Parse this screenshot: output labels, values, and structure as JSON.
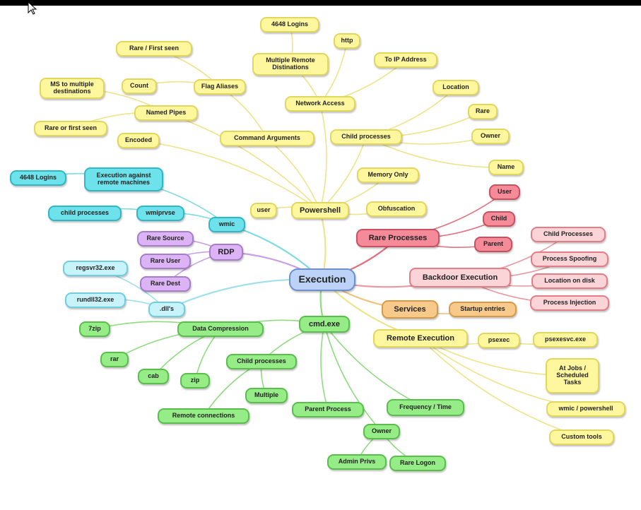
{
  "nodes": [
    {
      "id": "execution",
      "label": "Execution",
      "color": "blue",
      "size": "big",
      "multi": false
    },
    {
      "id": "powershell",
      "label": "Powershell",
      "color": "yellow",
      "size": "mid",
      "multi": false
    },
    {
      "id": "ps_user",
      "label": "user",
      "color": "yellow",
      "size": "",
      "multi": false
    },
    {
      "id": "ps_obfuscation",
      "label": "Obfuscation",
      "color": "yellow",
      "size": "",
      "multi": false
    },
    {
      "id": "ps_memory_only",
      "label": "Memory Only",
      "color": "yellow",
      "size": "",
      "multi": false
    },
    {
      "id": "ps_child_processes",
      "label": "Child processes",
      "color": "yellow",
      "size": "",
      "multi": false
    },
    {
      "id": "ps_location",
      "label": "Location",
      "color": "yellow",
      "size": "",
      "multi": false
    },
    {
      "id": "ps_rare",
      "label": "Rare",
      "color": "yellow",
      "size": "",
      "multi": false
    },
    {
      "id": "ps_owner",
      "label": "Owner",
      "color": "yellow",
      "size": "",
      "multi": false
    },
    {
      "id": "ps_name",
      "label": "Name",
      "color": "yellow",
      "size": "",
      "multi": false
    },
    {
      "id": "ps_network_access",
      "label": "Network Access",
      "color": "yellow",
      "size": "",
      "multi": false
    },
    {
      "id": "ps_http",
      "label": "http",
      "color": "yellow",
      "size": "",
      "multi": false
    },
    {
      "id": "ps_to_ip",
      "label": "To IP Address",
      "color": "yellow",
      "size": "",
      "multi": false
    },
    {
      "id": "ps_multiple_remote",
      "label": "Multiple Remote Distinations",
      "color": "yellow",
      "size": "",
      "multi": true
    },
    {
      "id": "ps_4648_logins",
      "label": "4648 Logins",
      "color": "yellow",
      "size": "",
      "multi": false
    },
    {
      "id": "ps_command_args",
      "label": "Command Arguments",
      "color": "yellow",
      "size": "",
      "multi": false
    },
    {
      "id": "ps_flag_aliases",
      "label": "Flag Aliases",
      "color": "yellow",
      "size": "",
      "multi": false
    },
    {
      "id": "ps_rare_first_seen_flag",
      "label": "Rare / First seen",
      "color": "yellow",
      "size": "",
      "multi": false
    },
    {
      "id": "ps_count",
      "label": "Count",
      "color": "yellow",
      "size": "",
      "multi": false
    },
    {
      "id": "ps_named_pipes",
      "label": "Named Pipes",
      "color": "yellow",
      "size": "",
      "multi": false
    },
    {
      "id": "ps_ms_multiple_dest",
      "label": "MS to multiple destinations",
      "color": "yellow",
      "size": "",
      "multi": true
    },
    {
      "id": "ps_rare_first_seen_pipes",
      "label": "Rare or first seen",
      "color": "yellow",
      "size": "",
      "multi": false
    },
    {
      "id": "ps_encoded",
      "label": "Encoded",
      "color": "yellow",
      "size": "",
      "multi": false
    },
    {
      "id": "wmic",
      "label": "wmic",
      "color": "cyan",
      "size": "",
      "multi": false
    },
    {
      "id": "wmic_exec_remote",
      "label": "Execution against remote machines",
      "color": "cyan",
      "size": "",
      "multi": true
    },
    {
      "id": "wmic_4648_logins",
      "label": "4648 Logins",
      "color": "cyan",
      "size": "",
      "multi": false
    },
    {
      "id": "wmic_wmiprvse",
      "label": "wmiprvse",
      "color": "cyan",
      "size": "",
      "multi": false
    },
    {
      "id": "wmic_child_processes",
      "label": "child processes",
      "color": "cyan",
      "size": "",
      "multi": false
    },
    {
      "id": "rdp",
      "label": "RDP",
      "color": "purple",
      "size": "mid",
      "multi": false
    },
    {
      "id": "rdp_rare_source",
      "label": "Rare Source",
      "color": "purple",
      "size": "",
      "multi": false
    },
    {
      "id": "rdp_rare_user",
      "label": "Rare User",
      "color": "purple",
      "size": "",
      "multi": false
    },
    {
      "id": "rdp_rare_dest",
      "label": "Rare Dest",
      "color": "purple",
      "size": "",
      "multi": false
    },
    {
      "id": "dlls",
      "label": ".dll's",
      "color": "lightcyan",
      "size": "",
      "multi": false
    },
    {
      "id": "dll_regsvr32",
      "label": "regsvr32.exe",
      "color": "lightcyan",
      "size": "",
      "multi": false
    },
    {
      "id": "dll_rundll32",
      "label": "rundll32.exe",
      "color": "lightcyan",
      "size": "",
      "multi": false
    },
    {
      "id": "rare_processes",
      "label": "Rare Processes",
      "color": "red",
      "size": "mid",
      "multi": false
    },
    {
      "id": "rp_user",
      "label": "User",
      "color": "red",
      "size": "",
      "multi": false
    },
    {
      "id": "rp_child",
      "label": "Child",
      "color": "red",
      "size": "",
      "multi": false
    },
    {
      "id": "rp_parent",
      "label": "Parent",
      "color": "red",
      "size": "",
      "multi": false
    },
    {
      "id": "backdoor_execution",
      "label": "Backdoor Execution",
      "color": "pink",
      "size": "mid",
      "multi": false
    },
    {
      "id": "bd_child_processes",
      "label": "Child Processes",
      "color": "pink",
      "size": "",
      "multi": false
    },
    {
      "id": "bd_process_spoofing",
      "label": "Process Spoofing",
      "color": "pink",
      "size": "",
      "multi": false
    },
    {
      "id": "bd_location_disk",
      "label": "Location on disk",
      "color": "pink",
      "size": "",
      "multi": false
    },
    {
      "id": "bd_process_injection",
      "label": "Process Injection",
      "color": "pink",
      "size": "",
      "multi": false
    },
    {
      "id": "services",
      "label": "Services",
      "color": "orange",
      "size": "mid",
      "multi": false
    },
    {
      "id": "svc_startup_entries",
      "label": "Startup entries",
      "color": "orange",
      "size": "",
      "multi": false
    },
    {
      "id": "remote_execution",
      "label": "Remote Execution",
      "color": "yellow",
      "size": "mid",
      "multi": false
    },
    {
      "id": "re_psexec",
      "label": "psexec",
      "color": "yellow",
      "size": "",
      "multi": false
    },
    {
      "id": "re_psexesvc",
      "label": "psexesvc.exe",
      "color": "yellow",
      "size": "",
      "multi": false
    },
    {
      "id": "re_at_jobs",
      "label": "At Jobs / Scheduled Tasks",
      "color": "yellow",
      "size": "",
      "multi": true
    },
    {
      "id": "re_wmic_powershell",
      "label": "wmic / powershell",
      "color": "yellow",
      "size": "",
      "multi": false
    },
    {
      "id": "re_custom_tools",
      "label": "Custom tools",
      "color": "yellow",
      "size": "",
      "multi": false
    },
    {
      "id": "cmd_exe",
      "label": "cmd.exe",
      "color": "green",
      "size": "mid",
      "multi": false
    },
    {
      "id": "cmd_data_compression",
      "label": "Data Compression",
      "color": "green",
      "size": "",
      "multi": false
    },
    {
      "id": "cmd_7zip",
      "label": "7zip",
      "color": "green",
      "size": "",
      "multi": false
    },
    {
      "id": "cmd_rar",
      "label": "rar",
      "color": "green",
      "size": "",
      "multi": false
    },
    {
      "id": "cmd_cab",
      "label": "cab",
      "color": "green",
      "size": "",
      "multi": false
    },
    {
      "id": "cmd_zip",
      "label": "zip",
      "color": "green",
      "size": "",
      "multi": false
    },
    {
      "id": "cmd_child_processes",
      "label": "Child processes",
      "color": "green",
      "size": "",
      "multi": false
    },
    {
      "id": "cmd_multiple",
      "label": "Multiple",
      "color": "green",
      "size": "",
      "multi": false
    },
    {
      "id": "cmd_remote_connections",
      "label": "Remote connections",
      "color": "green",
      "size": "",
      "multi": false
    },
    {
      "id": "cmd_parent_process",
      "label": "Parent Process",
      "color": "green",
      "size": "",
      "multi": false
    },
    {
      "id": "cmd_frequency_time",
      "label": "Frequency / Time",
      "color": "green",
      "size": "",
      "multi": false
    },
    {
      "id": "cmd_owner",
      "label": "Owner",
      "color": "green",
      "size": "",
      "multi": false
    },
    {
      "id": "cmd_admin_privs",
      "label": "Admin Privs",
      "color": "green",
      "size": "",
      "multi": false
    },
    {
      "id": "cmd_rare_logon",
      "label": "Rare Logon",
      "color": "green",
      "size": "",
      "multi": false
    }
  ],
  "edges": [
    [
      "execution",
      "powershell"
    ],
    [
      "powershell",
      "ps_user"
    ],
    [
      "powershell",
      "ps_obfuscation"
    ],
    [
      "powershell",
      "ps_memory_only"
    ],
    [
      "powershell",
      "ps_child_processes"
    ],
    [
      "ps_child_processes",
      "ps_location"
    ],
    [
      "ps_child_processes",
      "ps_rare"
    ],
    [
      "ps_child_processes",
      "ps_owner"
    ],
    [
      "ps_child_processes",
      "ps_name"
    ],
    [
      "powershell",
      "ps_network_access"
    ],
    [
      "ps_network_access",
      "ps_http"
    ],
    [
      "ps_network_access",
      "ps_to_ip"
    ],
    [
      "ps_network_access",
      "ps_multiple_remote"
    ],
    [
      "ps_multiple_remote",
      "ps_4648_logins"
    ],
    [
      "powershell",
      "ps_command_args"
    ],
    [
      "ps_command_args",
      "ps_flag_aliases"
    ],
    [
      "ps_flag_aliases",
      "ps_rare_first_seen_flag"
    ],
    [
      "ps_flag_aliases",
      "ps_count"
    ],
    [
      "powershell",
      "ps_named_pipes"
    ],
    [
      "ps_named_pipes",
      "ps_ms_multiple_dest"
    ],
    [
      "ps_named_pipes",
      "ps_rare_first_seen_pipes"
    ],
    [
      "powershell",
      "ps_encoded"
    ],
    [
      "execution",
      "wmic"
    ],
    [
      "wmic",
      "wmic_exec_remote"
    ],
    [
      "wmic_exec_remote",
      "wmic_4648_logins"
    ],
    [
      "wmic",
      "wmic_wmiprvse"
    ],
    [
      "wmic_wmiprvse",
      "wmic_child_processes"
    ],
    [
      "execution",
      "rdp"
    ],
    [
      "rdp",
      "rdp_rare_source"
    ],
    [
      "rdp",
      "rdp_rare_user"
    ],
    [
      "rdp",
      "rdp_rare_dest"
    ],
    [
      "execution",
      "dlls"
    ],
    [
      "dlls",
      "dll_regsvr32"
    ],
    [
      "dlls",
      "dll_rundll32"
    ],
    [
      "execution",
      "rare_processes"
    ],
    [
      "rare_processes",
      "rp_user"
    ],
    [
      "rare_processes",
      "rp_child"
    ],
    [
      "rare_processes",
      "rp_parent"
    ],
    [
      "execution",
      "backdoor_execution"
    ],
    [
      "backdoor_execution",
      "bd_child_processes"
    ],
    [
      "backdoor_execution",
      "bd_process_spoofing"
    ],
    [
      "backdoor_execution",
      "bd_location_disk"
    ],
    [
      "backdoor_execution",
      "bd_process_injection"
    ],
    [
      "execution",
      "services"
    ],
    [
      "services",
      "svc_startup_entries"
    ],
    [
      "execution",
      "remote_execution"
    ],
    [
      "remote_execution",
      "re_psexec"
    ],
    [
      "re_psexec",
      "re_psexesvc"
    ],
    [
      "remote_execution",
      "re_at_jobs"
    ],
    [
      "remote_execution",
      "re_wmic_powershell"
    ],
    [
      "remote_execution",
      "re_custom_tools"
    ],
    [
      "execution",
      "cmd_exe"
    ],
    [
      "cmd_exe",
      "cmd_data_compression"
    ],
    [
      "cmd_data_compression",
      "cmd_7zip"
    ],
    [
      "cmd_data_compression",
      "cmd_rar"
    ],
    [
      "cmd_data_compression",
      "cmd_cab"
    ],
    [
      "cmd_data_compression",
      "cmd_zip"
    ],
    [
      "cmd_exe",
      "cmd_child_processes"
    ],
    [
      "cmd_child_processes",
      "cmd_multiple"
    ],
    [
      "cmd_child_processes",
      "cmd_remote_connections"
    ],
    [
      "cmd_exe",
      "cmd_parent_process"
    ],
    [
      "cmd_exe",
      "cmd_frequency_time"
    ],
    [
      "cmd_exe",
      "cmd_owner"
    ],
    [
      "cmd_owner",
      "cmd_admin_privs"
    ],
    [
      "cmd_owner",
      "cmd_rare_logon"
    ]
  ],
  "colors": {
    "yellow": "#fff79e",
    "cyan": "#6ee2ea",
    "lightcyan": "#c9f3fb",
    "purple": "#dcb3f4",
    "red": "#f58a99",
    "pink": "#fbd4d7",
    "orange": "#f7c98b",
    "green": "#96ec87",
    "blue": "#bcd3f7"
  },
  "line_colors": {
    "yellow": "#eee48a",
    "cyan": "#7edbe3",
    "lightcyan": "#9fe0ec",
    "purple": "#c9a0e6",
    "red": "#e3707f",
    "pink": "#ea9aa2",
    "orange": "#f0c27e",
    "green": "#8fdc80",
    "blue": "#a8c0ea"
  }
}
